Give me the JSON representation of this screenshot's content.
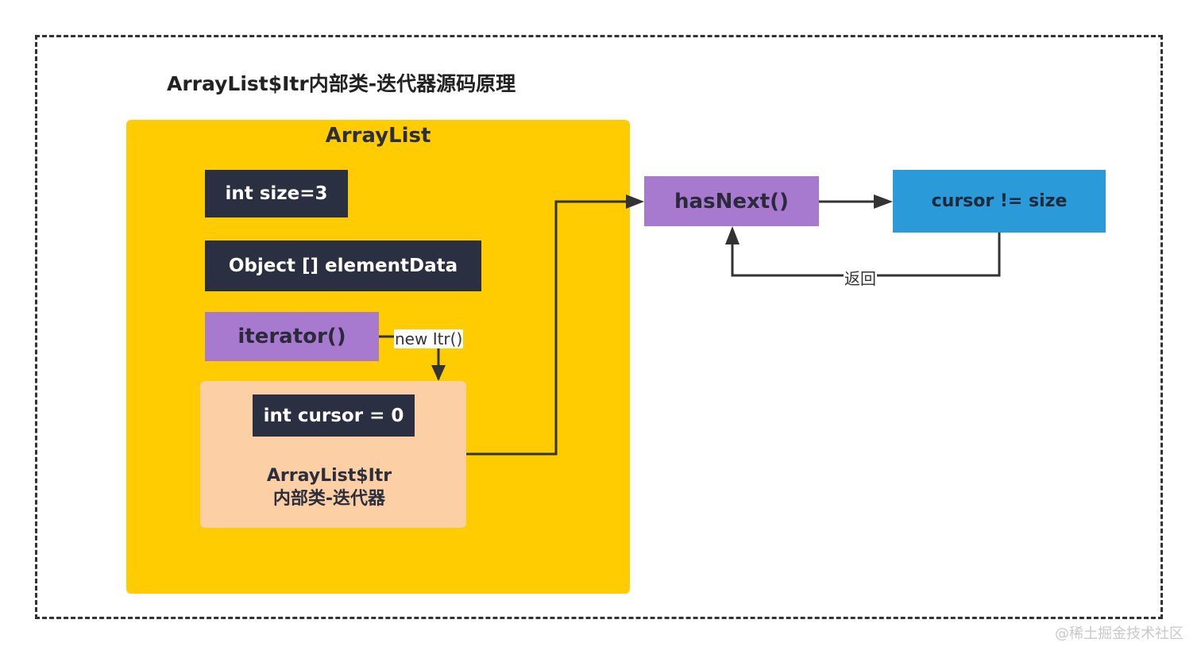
{
  "diagram": {
    "title": "ArrayList$Itr内部类-迭代器源码原理",
    "container_title": "ArrayList",
    "field_size": "int size=3",
    "field_element_data": "Object [] elementData",
    "method_iterator": "iterator()",
    "edge_new_itr": "new Itr()",
    "inner_field_cursor": "int cursor = 0",
    "inner_class_line1": "ArrayList$Itr",
    "inner_class_line2": "内部类-迭代器",
    "method_has_next": "hasNext()",
    "condition": "cursor != size",
    "edge_return": "返回"
  },
  "watermark": "@稀土掘金技术社区",
  "colors": {
    "container_yellow": "#fecc00",
    "dark_box": "#2b2f42",
    "purple_box": "#a77ad0",
    "peach_box": "#fccfa4",
    "blue_box": "#2b9ad9",
    "line": "#333333"
  }
}
